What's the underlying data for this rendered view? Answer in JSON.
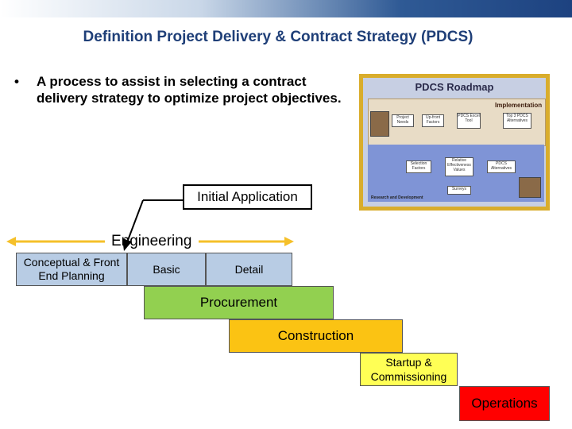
{
  "slide": {
    "title": "Definition Project Delivery & Contract Strategy (PDCS)",
    "bullet": "A process to assist in selecting a contract delivery strategy to optimize project objectives.",
    "bullet_marker": "•"
  },
  "roadmap": {
    "title": "PDCS Roadmap",
    "implementation_label": "Implementation",
    "boxes": {
      "project_needs": "Project Needs",
      "up_front_factors": "Up-front Factors",
      "pdcs_excel_tool": "PDCS Excel Tool",
      "top_pdcs_alternatives": "Top 3 PDCS Alternatives",
      "selection_factors": "Selection Factors",
      "relative_effectiveness": "Relative Effectiveness Values",
      "pdcs_alternatives": "PDCS Alternatives",
      "surveys": "Surveys"
    },
    "research_label": "Research and Development"
  },
  "callout": {
    "initial_application": "Initial Application"
  },
  "phases": {
    "engineering": "Engineering",
    "conceptual": "Conceptual & Front End Planning",
    "basic": "Basic",
    "detail": "Detail",
    "procurement": "Procurement",
    "construction": "Construction",
    "startup": "Startup & Commissioning",
    "operations": "Operations"
  },
  "colors": {
    "title": "#1f3f78",
    "engineering_arrow": "#f5c02a",
    "engineering_phases": "#b8cce4",
    "procurement": "#92d050",
    "construction": "#fbc313",
    "startup": "#ffff55",
    "operations": "#ff0000",
    "roadmap_frame": "#d9ad2c"
  }
}
